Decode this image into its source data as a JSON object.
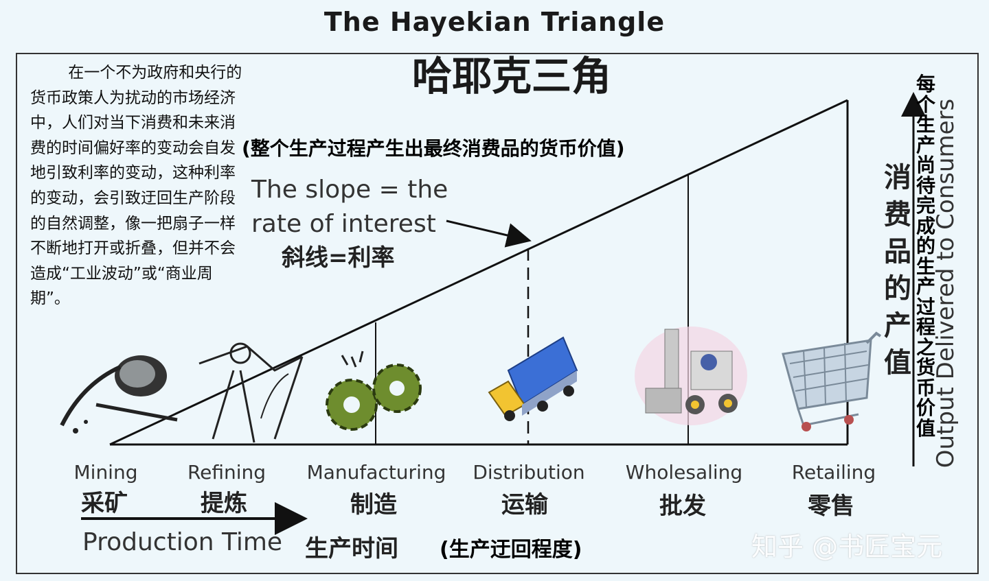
{
  "title_en": "The Hayekian Triangle",
  "title_cn": "哈耶克三角",
  "description": "在一个不为政府和央行的货币政策人为扰动的市场经济中，人们对当下消费和未来消费的时间偏好率的变动会自发地引致利率的变动，这种利率的变动，会引致迂回生产阶段的自然调整，像一把扇子一样不断地打开或折叠，但并不会造成“工业波动”或“商业周期”。",
  "total_value_note": "(整个生产过程产生出最终消费品的货币价值)",
  "slope": {
    "en_line1": "The slope = the",
    "en_line2": "rate of interest",
    "cn": "斜线=利率"
  },
  "right_axis": {
    "cn": "消费品的产值",
    "en": "Output Delivered to Consumers",
    "note": "每个生产尚待完成的生产过程之货币价值"
  },
  "stages": [
    {
      "en": "Mining",
      "cn": "采矿",
      "icon": "pickaxe-icon"
    },
    {
      "en": "Refining",
      "cn": "提炼",
      "icon": "refinery-worker-icon"
    },
    {
      "en": "Manufacturing",
      "cn": "制造",
      "icon": "gears-icon"
    },
    {
      "en": "Distribution",
      "cn": "运输",
      "icon": "truck-icon"
    },
    {
      "en": "Wholesaling",
      "cn": "批发",
      "icon": "forklift-icon"
    },
    {
      "en": "Retailing",
      "cn": "零售",
      "icon": "shopping-cart-icon"
    }
  ],
  "production_time": {
    "en": "Production Time",
    "cn": "生产时间",
    "note": "(生产迂回程度)"
  },
  "watermark": "知乎 @书匠宝元",
  "colors": {
    "background": "#eef7fb",
    "truck_body": "#3b6fd6",
    "truck_cab": "#f2c431",
    "gear": "#6e8d2e",
    "cart": "#7a8a99"
  }
}
